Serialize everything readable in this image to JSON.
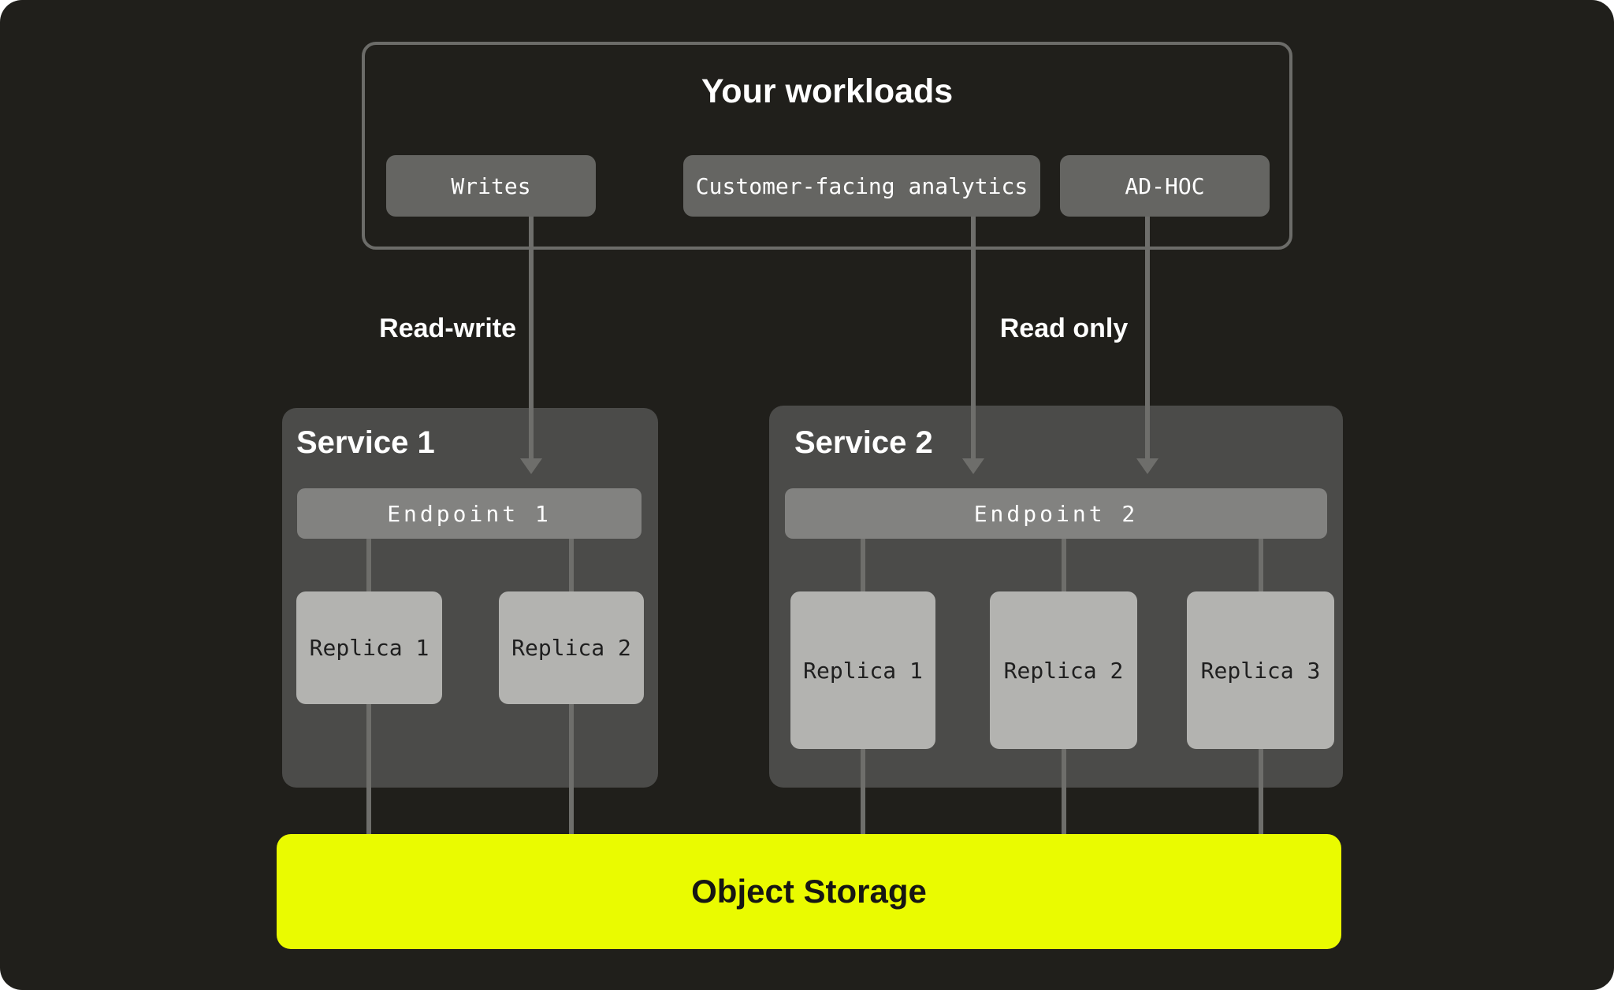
{
  "colors": {
    "background": "#201F1B",
    "panel_border": "#6C6C69",
    "workload_chip_bg": "#656562",
    "service_bg": "#4B4B49",
    "endpoint_bg": "#828280",
    "replica_bg": "#B3B3B0",
    "connector": "#6E6E6B",
    "storage_bg": "#EAFB00",
    "text_light": "#FFFFFF",
    "text_dark": "#1F1F1F"
  },
  "workloads": {
    "title": "Your workloads",
    "items": [
      {
        "label": "Writes"
      },
      {
        "label": "Customer-facing analytics"
      },
      {
        "label": "AD-HOC"
      }
    ]
  },
  "connections": {
    "read_write_label": "Read-write",
    "read_only_label": "Read only"
  },
  "services": [
    {
      "name": "Service 1",
      "endpoint": "Endpoint 1",
      "replicas": [
        "Replica 1",
        "Replica 2"
      ]
    },
    {
      "name": "Service 2",
      "endpoint": "Endpoint 2",
      "replicas": [
        "Replica 1",
        "Replica 2",
        "Replica 3"
      ]
    }
  ],
  "storage": {
    "label": "Object Storage"
  }
}
